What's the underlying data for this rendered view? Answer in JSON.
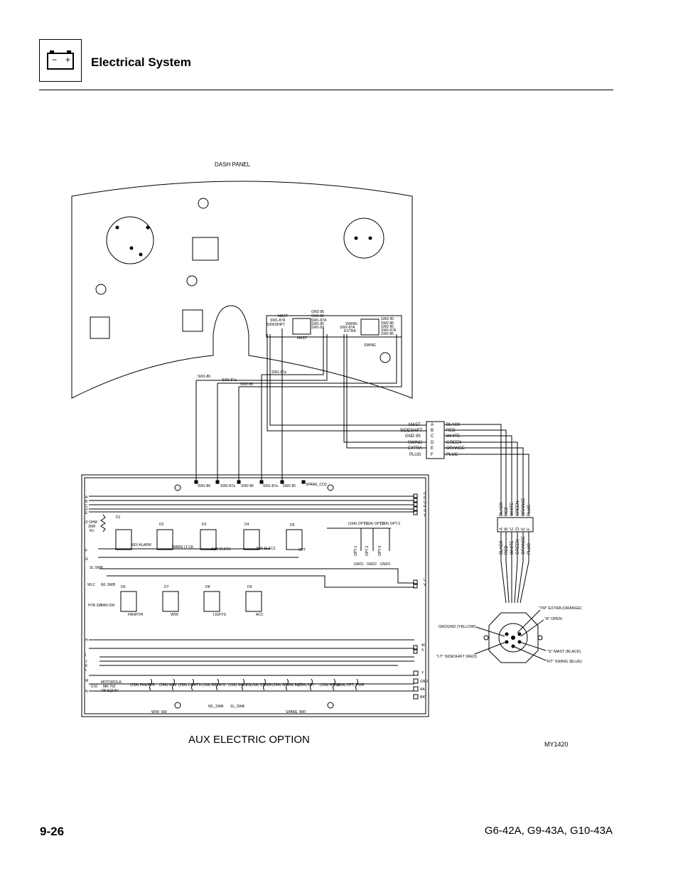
{
  "header": {
    "section_title": "Electrical System",
    "battery_icon": "battery-icon",
    "battery_minus": "−",
    "battery_plus": "+"
  },
  "footer": {
    "page_number": "9-26",
    "models": "G6-42A, G9-43A, G10-43A"
  },
  "diagram": {
    "dash_panel_label": "DASH PANEL",
    "caption": "AUX ELECTRIC OPTION",
    "figure_id": "MY1420",
    "dash_switches": {
      "mast_label": "MAST",
      "mast_lines": [
        "SW1-87A",
        "SIDESHIFT"
      ],
      "mast_right": [
        "GND 85",
        "SW1-86",
        "SW1-87A",
        "SW1-86",
        "SW1-87"
      ],
      "swing_label": "SWING",
      "swing_lines": [
        "SW2-87A",
        "EXTRA"
      ],
      "swing_right": [
        "GND 85",
        "SW2-86",
        "GND 85",
        "SW2-87A",
        "SW2-86"
      ],
      "mast_sub": "MAST",
      "swing_sub": "SWING"
    },
    "harness_wires": [
      "SW1-86",
      "SW2-87a",
      "SW2-86",
      "SW1-87a"
    ],
    "connector_left": [
      "MAST",
      "SIDESHIFT",
      "GND 85",
      "SWING",
      "EXTRA",
      "PLUG"
    ],
    "connector_pins": [
      "A",
      "B",
      "C",
      "D",
      "E",
      "F"
    ],
    "connector_colors": [
      "BLACK",
      "RED",
      "WHITE",
      "GREEN",
      "ORANGE",
      "PLUG"
    ],
    "vertical_colors": [
      "BLACK",
      "RED",
      "WHITE",
      "GREEN",
      "ORANGE",
      "PLUG"
    ],
    "plug_pins": [
      "A",
      "B",
      "C",
      "D",
      "E",
      "F"
    ],
    "plug_labels": [
      "\"TM\" EXTRA (ORANGE)",
      "\"A\" OPEN",
      "GROUND (YELLOW)",
      "\"S\" MAST (BLACK)",
      "\"LT\" SIDESHIFT (RED)",
      "\"RT\" SWING (BLUE)"
    ],
    "box_top_labels": [
      "SW1-86",
      "SW2-87a",
      "SW2-86",
      "SW1-87a",
      "GND 85",
      "SPARE_CO3"
    ],
    "box_left_pins": [
      "A",
      "B",
      "C",
      "D",
      "E",
      "F",
      "G",
      "H",
      "I",
      "J",
      "K",
      "L",
      "M",
      "N"
    ],
    "box_right_pins": [
      "O",
      "P",
      "Q",
      "R",
      "S",
      "T",
      "U",
      "V",
      "W",
      "X",
      "Y",
      "GND",
      "AA",
      "BAT"
    ],
    "resistor": [
      "10 OHM",
      "30W",
      "R1"
    ],
    "relays_row1": [
      "D1",
      "D2",
      "D3",
      "D4",
      "D5"
    ],
    "relays_row1_labels": [
      "REV ALARM",
      "WARN LT CK",
      "AUX ELEC1",
      "AUX ELEC2",
      "OPT"
    ],
    "relays_row2": [
      "D6",
      "D7",
      "D8",
      "D9"
    ],
    "relays_row2_labels": [
      "FAN/HTR",
      "W/W",
      "LIGHTS",
      "ACC"
    ],
    "opt_fuses": [
      "(10A) OPT-1",
      "(15A) OPT-2",
      "(15A) OPT-3"
    ],
    "opt_vertical": [
      "OPT-1",
      "OPT-2",
      "OPT-3"
    ],
    "grounds": [
      "GND1",
      "GND2",
      "GND3"
    ],
    "switch_labels": [
      "SL SWB",
      "WL2",
      "WL SWB",
      "HTR SW",
      "FAN SW"
    ],
    "motorola": [
      "MOTOROLA",
      "MR 752",
      "OR EQUIV",
      "D10"
    ],
    "bottom_fuses": [
      "(25A) FAN/HTR",
      "(25A) W/W",
      "(25A) LIGHTS",
      "(10A) RELAYS",
      "(10A) GAGES",
      "(10A) STEER",
      "(25A) SPARE BAT",
      "(15A) KEY",
      "(10A) HORN",
      "(30A) OPT_PWR"
    ],
    "bottom_labels": [
      "W/W_SW",
      "WL_SWA",
      "SL_SWA",
      "SPARE_BAT"
    ]
  }
}
